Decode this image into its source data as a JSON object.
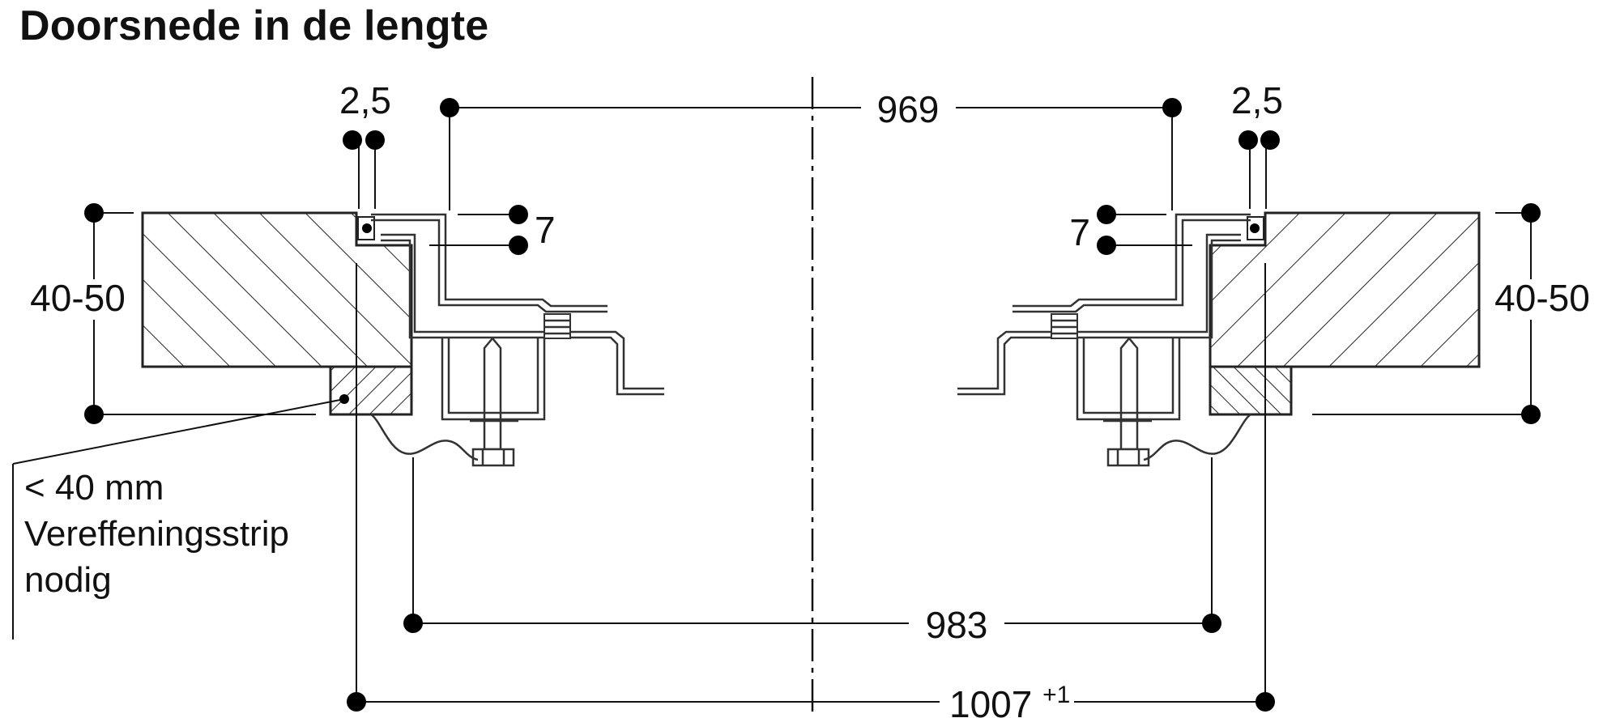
{
  "title": "Doorsnede in de lengte",
  "dimensions": {
    "gap_left": "2,5",
    "gap_right": "2,5",
    "top_span": "969",
    "step_left": "7",
    "step_right": "7",
    "thickness_left": "40-50",
    "thickness_right": "40-50",
    "bottom_span": "983",
    "cutout_base": "1007",
    "cutout_tolerance": "+1"
  },
  "note": {
    "line1": "< 40 mm",
    "line2": "Vereffeningsstrip",
    "line3": "nodig"
  }
}
